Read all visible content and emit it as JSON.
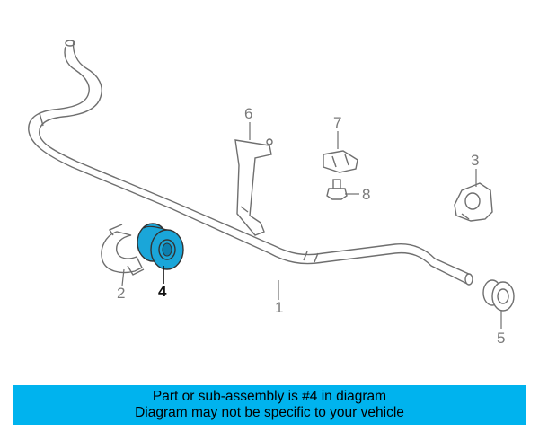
{
  "callouts": [
    {
      "id": "1",
      "label": "1",
      "highlighted": false
    },
    {
      "id": "2",
      "label": "2",
      "highlighted": false
    },
    {
      "id": "3",
      "label": "3",
      "highlighted": false
    },
    {
      "id": "4",
      "label": "4",
      "highlighted": true
    },
    {
      "id": "5",
      "label": "5",
      "highlighted": false
    },
    {
      "id": "6",
      "label": "6",
      "highlighted": false
    },
    {
      "id": "7",
      "label": "7",
      "highlighted": false
    },
    {
      "id": "8",
      "label": "8",
      "highlighted": false
    }
  ],
  "banner": {
    "line1": "Part or sub-assembly is #4 in diagram",
    "line2": "Diagram may not be specific to your vehicle"
  },
  "colors": {
    "highlight_part": "#1aa6d9",
    "banner_bg": "#00b3ee",
    "line": "#6f6f6f"
  }
}
